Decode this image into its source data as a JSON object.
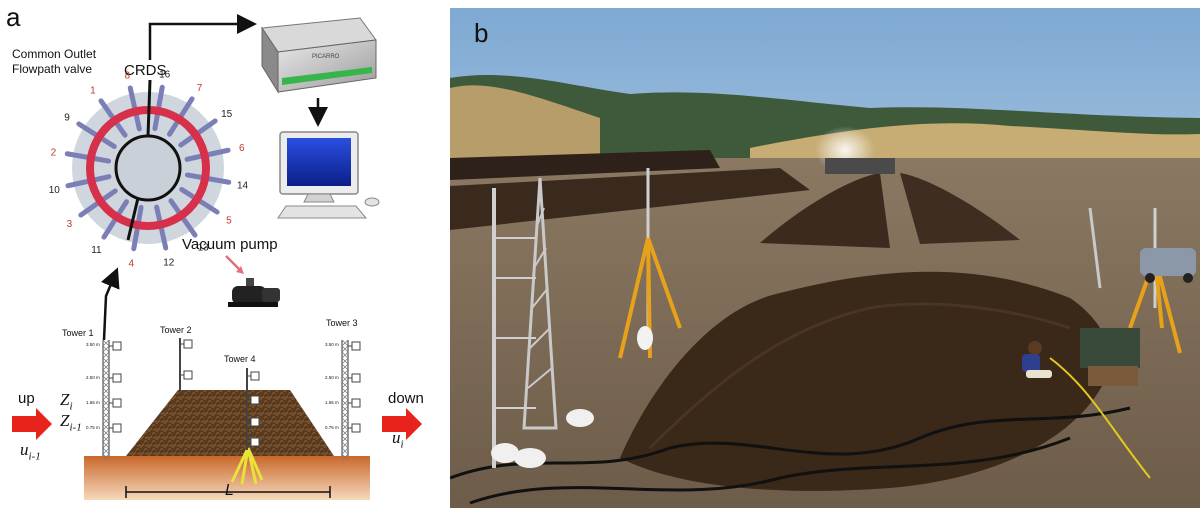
{
  "panel_a": {
    "letter": "a",
    "valve_label_line1": "Common Outlet",
    "valve_label_line2": "Flowpath valve",
    "crds_label": "CRDS",
    "instrument_brand": "PICARRO",
    "vacuum_label": "Vacuum pump",
    "valve_ports": [
      {
        "label": "16",
        "color": "#222222"
      },
      {
        "label": "7",
        "color": "#c0392b"
      },
      {
        "label": "15",
        "color": "#222222"
      },
      {
        "label": "6",
        "color": "#c0392b"
      },
      {
        "label": "14",
        "color": "#222222"
      },
      {
        "label": "5",
        "color": "#c0392b"
      },
      {
        "label": "13",
        "color": "#222222"
      },
      {
        "label": "12",
        "color": "#222222"
      },
      {
        "label": "4",
        "color": "#c0392b"
      },
      {
        "label": "11",
        "color": "#222222"
      },
      {
        "label": "3",
        "color": "#c0392b"
      },
      {
        "label": "10",
        "color": "#222222"
      },
      {
        "label": "2",
        "color": "#c0392b"
      },
      {
        "label": "9",
        "color": "#222222"
      },
      {
        "label": "1",
        "color": "#c0392b"
      },
      {
        "label": "8",
        "color": "#c0392b"
      }
    ],
    "towers": {
      "tower1": "Tower 1",
      "tower2": "Tower 2",
      "tower3": "Tower 3",
      "tower4": "Tower 4"
    },
    "heights": [
      "3.50 m",
      "2.50 m",
      "1.65 m",
      "0.75 m"
    ],
    "up_label": "up",
    "down_label": "down",
    "z_i": "Z",
    "z_i_sub": "i",
    "z_im1": "Z",
    "z_im1_sub": "i-1",
    "u_im1": "u",
    "u_im1_sub": "i-1",
    "u_i": "u",
    "u_i_sub": "i",
    "length_label": "L"
  },
  "panel_b": {
    "letter": "b"
  },
  "colors": {
    "arrow_red": "#e8231c",
    "valve_red": "#d6304a",
    "port_purple": "#7b7fb5",
    "pile_brown": "#5a3a1e",
    "soil_orange": "#d9854a",
    "sky_blue": "#8fb6d9",
    "screen_blue": "#1f3fbf"
  }
}
